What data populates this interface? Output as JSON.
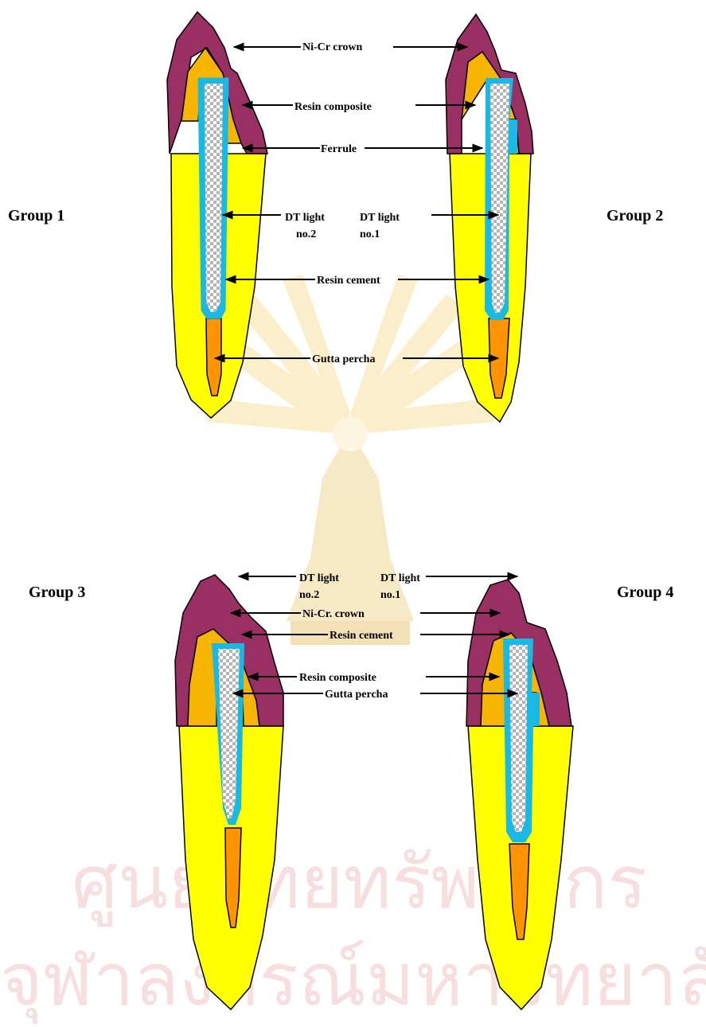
{
  "colors": {
    "crown": "#9a2f63",
    "composite": "#f7b500",
    "tooth": "#ffff00",
    "gutta_percha": "#ff9400",
    "resin_cement": "#19b9e6",
    "post_check_a": "#ffffff",
    "post_check_b": "#b4b4b4",
    "watermark_ray": "#fbeec6",
    "watermark_text": "#f7dcdc"
  },
  "top_panel": {
    "group_left": "Group 1",
    "group_right": "Group 2",
    "crown": "Ni-Cr crown",
    "composite": "Resin composite",
    "ferrule": "Ferrule",
    "post_left_line1": "DT light",
    "post_left_line2": "no.2",
    "post_right_line1": "DT light",
    "post_right_line2": "no.1",
    "cement": "Resin cement",
    "gutta": "Gutta percha"
  },
  "bottom_panel": {
    "group_left": "Group 3",
    "group_right": "Group 4",
    "crown": "Ni-Cr. crown",
    "composite": "Resin composite",
    "post_left_line1": "DT light",
    "post_left_line2": "no.2",
    "post_right_line1": "DT light",
    "post_right_line2": "no.1",
    "cement": "Resin cement",
    "gutta": "Gutta percha"
  },
  "watermark": {
    "line1": "ศูนย์วิทยทรัพยากร",
    "line2": "จุฬาลงกรณ์มหาวิทยาลัย"
  }
}
